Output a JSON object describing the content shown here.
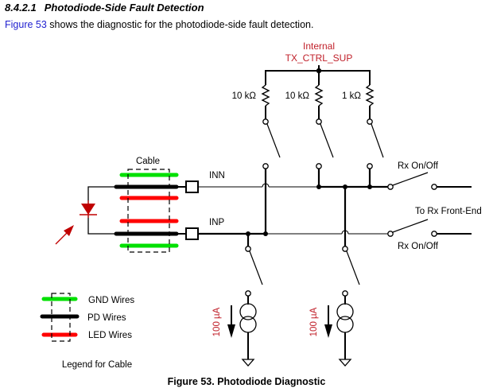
{
  "section": {
    "number": "8.4.2.1",
    "title": "Photodiode-Side Fault Detection"
  },
  "intro": {
    "link_text": "Figure 53",
    "rest_text": " shows the diagnostic for the photodiode-side fault detection."
  },
  "diagram": {
    "supply_label_line1": "Internal",
    "supply_label_line2": "TX_CTRL_SUP",
    "resistors": [
      {
        "label": "10 kΩ"
      },
      {
        "label": "10 kΩ"
      },
      {
        "label": "1 kΩ"
      }
    ],
    "cable_label": "Cable",
    "inn_label": "INN",
    "inp_label": "INP",
    "rx_switch_top_label": "Rx On/Off",
    "rx_front_end_label": "To Rx Front-End",
    "rx_switch_bottom_label": "Rx On/Off",
    "current_sources": [
      {
        "label": "100 µA"
      },
      {
        "label": "100 µA"
      }
    ],
    "legend": {
      "items": [
        {
          "label": "GND Wires",
          "color": "#00e000"
        },
        {
          "label": "PD Wires",
          "color": "#000000"
        },
        {
          "label": "LED Wires",
          "color": "#ff0000"
        }
      ],
      "title": "Legend for Cable"
    },
    "colors": {
      "accent_red": "#c00000",
      "label_red": "#c0202a",
      "gnd_wire": "#00e000",
      "led_wire": "#ff0000",
      "pd_wire": "#000000"
    }
  },
  "caption": "Figure 53.  Photodiode Diagnostic"
}
